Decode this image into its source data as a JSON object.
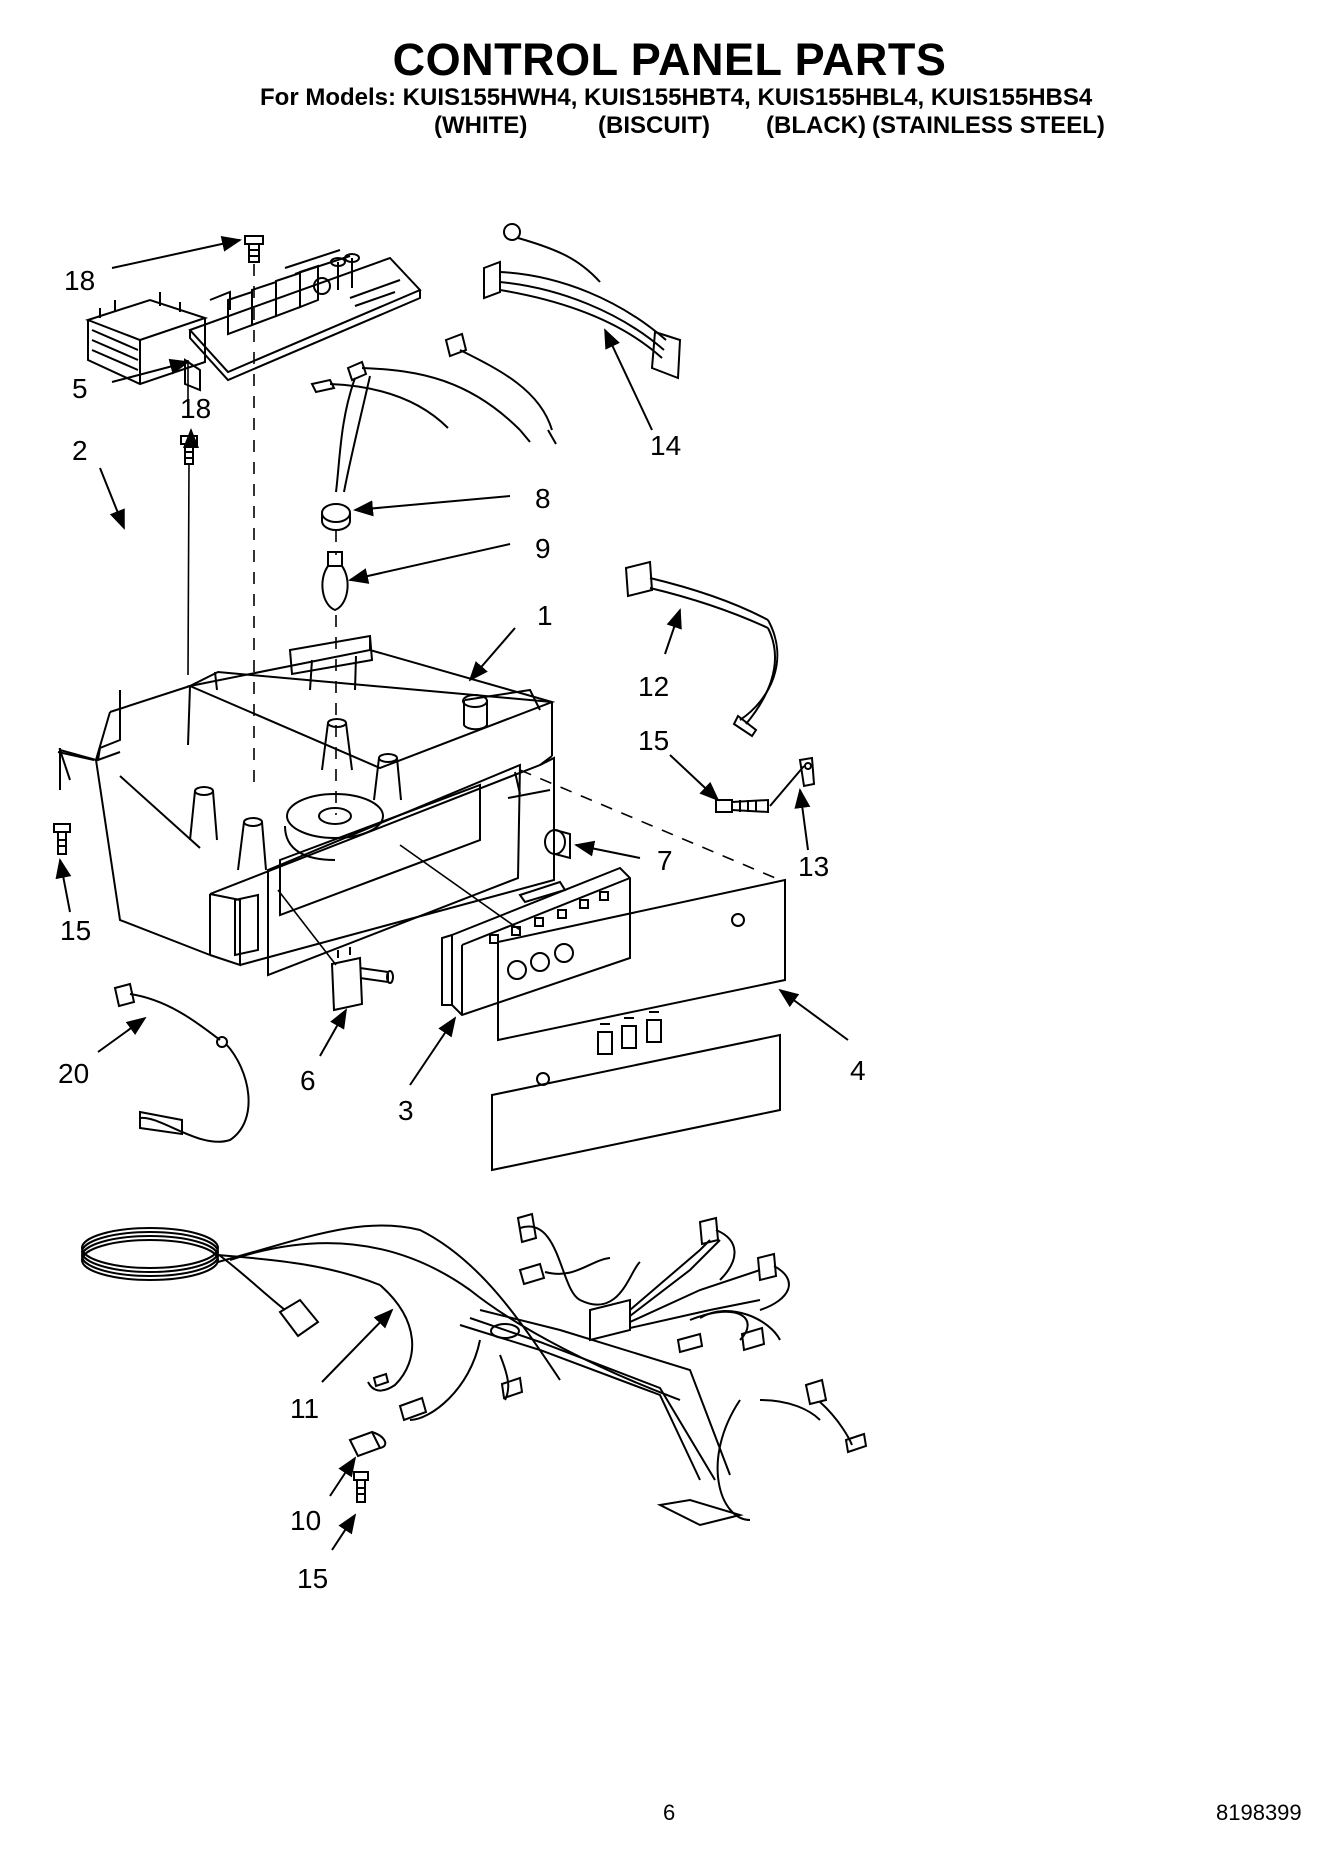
{
  "header": {
    "title": "CONTROL PANEL PARTS",
    "models_line": "For Models: KUIS155HWH4, KUIS155HBT4, KUIS155HBL4, KUIS155HBS4",
    "colors": [
      "(WHITE)",
      "(BISCUIT)",
      "(BLACK)",
      "(STAINLESS STEEL)"
    ]
  },
  "callouts": {
    "c18a": "18",
    "c5": "5",
    "c18b": "18",
    "c2": "2",
    "c14": "14",
    "c8": "8",
    "c9": "9",
    "c1": "1",
    "c12": "12",
    "c15a": "15",
    "c7": "7",
    "c13": "13",
    "c15b": "15",
    "c20": "20",
    "c6": "6",
    "c3": "3",
    "c4": "4",
    "c11": "11",
    "c10": "10",
    "c15c": "15"
  },
  "footer": {
    "page_number": "6",
    "document_number": "8198399"
  }
}
